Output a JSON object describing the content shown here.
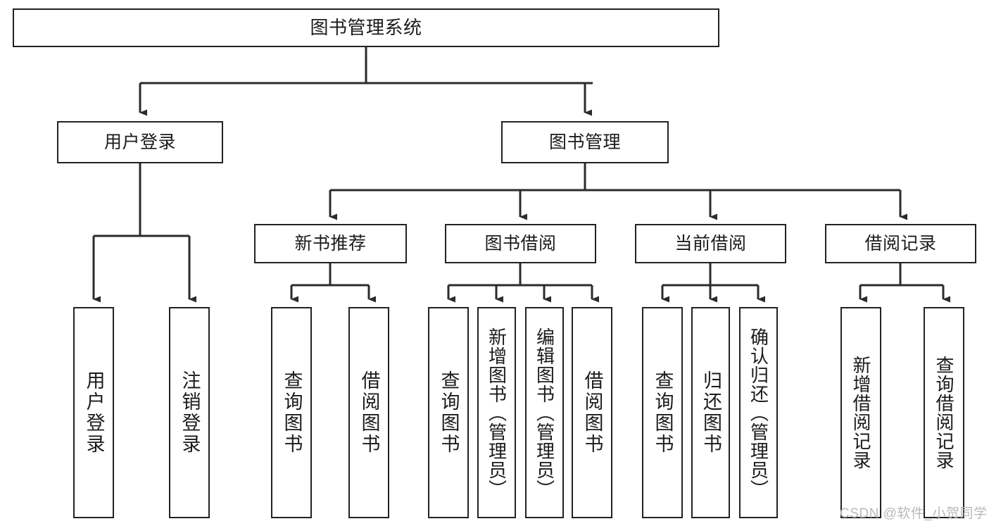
{
  "diagram": {
    "title": "图书管理系统",
    "type": "hierarchy-tree",
    "levels": 4,
    "style": {
      "box_border_color": "#222222",
      "box_fill_color": "#ffffff",
      "edge_color": "#2b2b2b",
      "background_color": "#ffffff",
      "text_color": "#1b1b1b"
    }
  },
  "nodes": {
    "root": {
      "label": "图书管理系统"
    },
    "level2": [
      {
        "id": "user-login",
        "label": "用户登录"
      },
      {
        "id": "book-manage",
        "label": "图书管理"
      }
    ],
    "level3": [
      {
        "id": "new-book-rec",
        "label": "新书推荐",
        "parent": "book-manage"
      },
      {
        "id": "book-borrow",
        "label": "图书借阅",
        "parent": "book-manage"
      },
      {
        "id": "current-borrow",
        "label": "当前借阅",
        "parent": "book-manage"
      },
      {
        "id": "borrow-record",
        "label": "借阅记录",
        "parent": "book-manage"
      }
    ],
    "leaves": [
      {
        "id": "leaf-user-login",
        "label": "用户登录",
        "parent": "user-login"
      },
      {
        "id": "leaf-user-logout",
        "label": "注销登录",
        "parent": "user-login"
      },
      {
        "id": "leaf-query-book-1",
        "label": "查询图书",
        "parent": "new-book-rec"
      },
      {
        "id": "leaf-borrow-book-1",
        "label": "借阅图书",
        "parent": "new-book-rec"
      },
      {
        "id": "leaf-query-book-2",
        "label": "查询图书",
        "parent": "book-borrow"
      },
      {
        "id": "leaf-add-book",
        "label": "新增图书（管理员）",
        "parent": "book-borrow"
      },
      {
        "id": "leaf-edit-book",
        "label": "编辑图书（管理员）",
        "parent": "book-borrow"
      },
      {
        "id": "leaf-borrow-book-2",
        "label": "借阅图书",
        "parent": "book-borrow"
      },
      {
        "id": "leaf-query-book-3",
        "label": "查询图书",
        "parent": "current-borrow"
      },
      {
        "id": "leaf-return-book",
        "label": "归还图书",
        "parent": "current-borrow"
      },
      {
        "id": "leaf-confirm-return",
        "label": "确认归还（管理员）",
        "parent": "current-borrow"
      },
      {
        "id": "leaf-add-record",
        "label": "新增借阅记录",
        "parent": "borrow-record"
      },
      {
        "id": "leaf-query-record",
        "label": "查询借阅记录",
        "parent": "borrow-record"
      }
    ]
  },
  "watermark": {
    "text": "CSDN @软件_小贺同学"
  }
}
